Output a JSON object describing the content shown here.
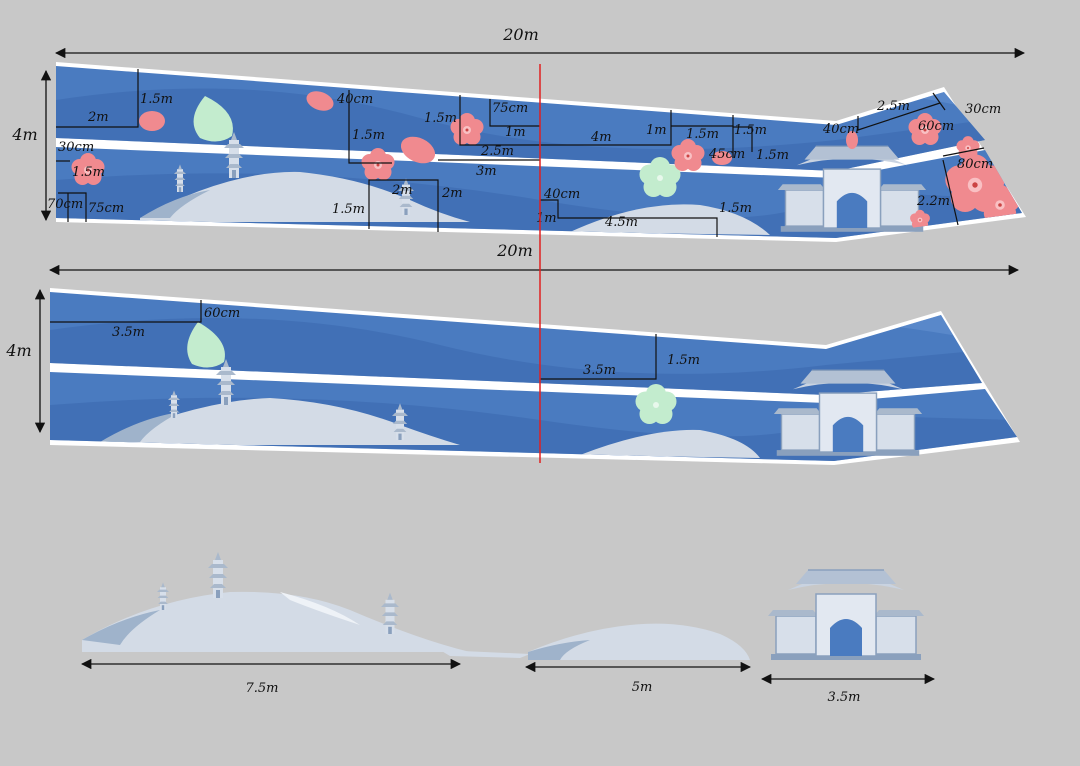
{
  "panel1": {
    "width_label": "20m",
    "height_label": "4m",
    "labels": {
      "d_1_5m_a": "1.5m",
      "d_2m_a": "2m",
      "d_40cm_a": "40cm",
      "d_1_5m_b": "1.5m",
      "d_30cm_a": "30cm",
      "d_1_5m_c": "1.5m",
      "d_70cm": "70cm",
      "d_75cm_a": "75cm",
      "d_1_5m_d": "1.5m",
      "d_75cm_b": "75cm",
      "d_1m_a": "1m",
      "d_2_5m": "2.5m",
      "d_3m": "3m",
      "d_2m_b": "2m",
      "d_2m_c": "2m",
      "d_1_5m_e": "1.5m",
      "d_4m": "4m",
      "d_1m_b": "1m",
      "d_1_5m_f": "1.5m",
      "d_1_5m_g": "1.5m",
      "d_45cm": "45cm",
      "d_1_5m_h": "1.5m",
      "d_40cm_b": "40cm",
      "d_1m_c": "1m",
      "d_4_5m": "4.5m",
      "d_1_5m_i": "1.5m",
      "d_2_5m_b": "2.5m",
      "d_30cm_b": "30cm",
      "d_40cm_c": "40cm",
      "d_60cm_a": "60cm",
      "d_80cm": "80cm",
      "d_2_2m": "2.2m"
    }
  },
  "panel2": {
    "width_label": "20m",
    "height_label": "4m",
    "labels": {
      "d_60cm": "60cm",
      "d_3_5m_a": "3.5m",
      "d_3_5m_b": "3.5m",
      "d_1_5m": "1.5m"
    }
  },
  "components": {
    "hill_label": "7.5m",
    "mound_label": "5m",
    "gate_label": "3.5m"
  },
  "colors": {
    "background": "#c8c8c8",
    "sky_blue": "#4a7bc0",
    "dark_blue": "#3a68ad",
    "light_blue": "#6d98d6",
    "hill": "#d3dbe6",
    "hill_shadow": "#9fb3cb",
    "gate": "#d7dfea",
    "gate_dark": "#8aa0bd",
    "blossom": "#f08a8f",
    "blossom_light": "#f9c0c3",
    "leaf": "#c3ecce",
    "center_line": "#e02020"
  }
}
